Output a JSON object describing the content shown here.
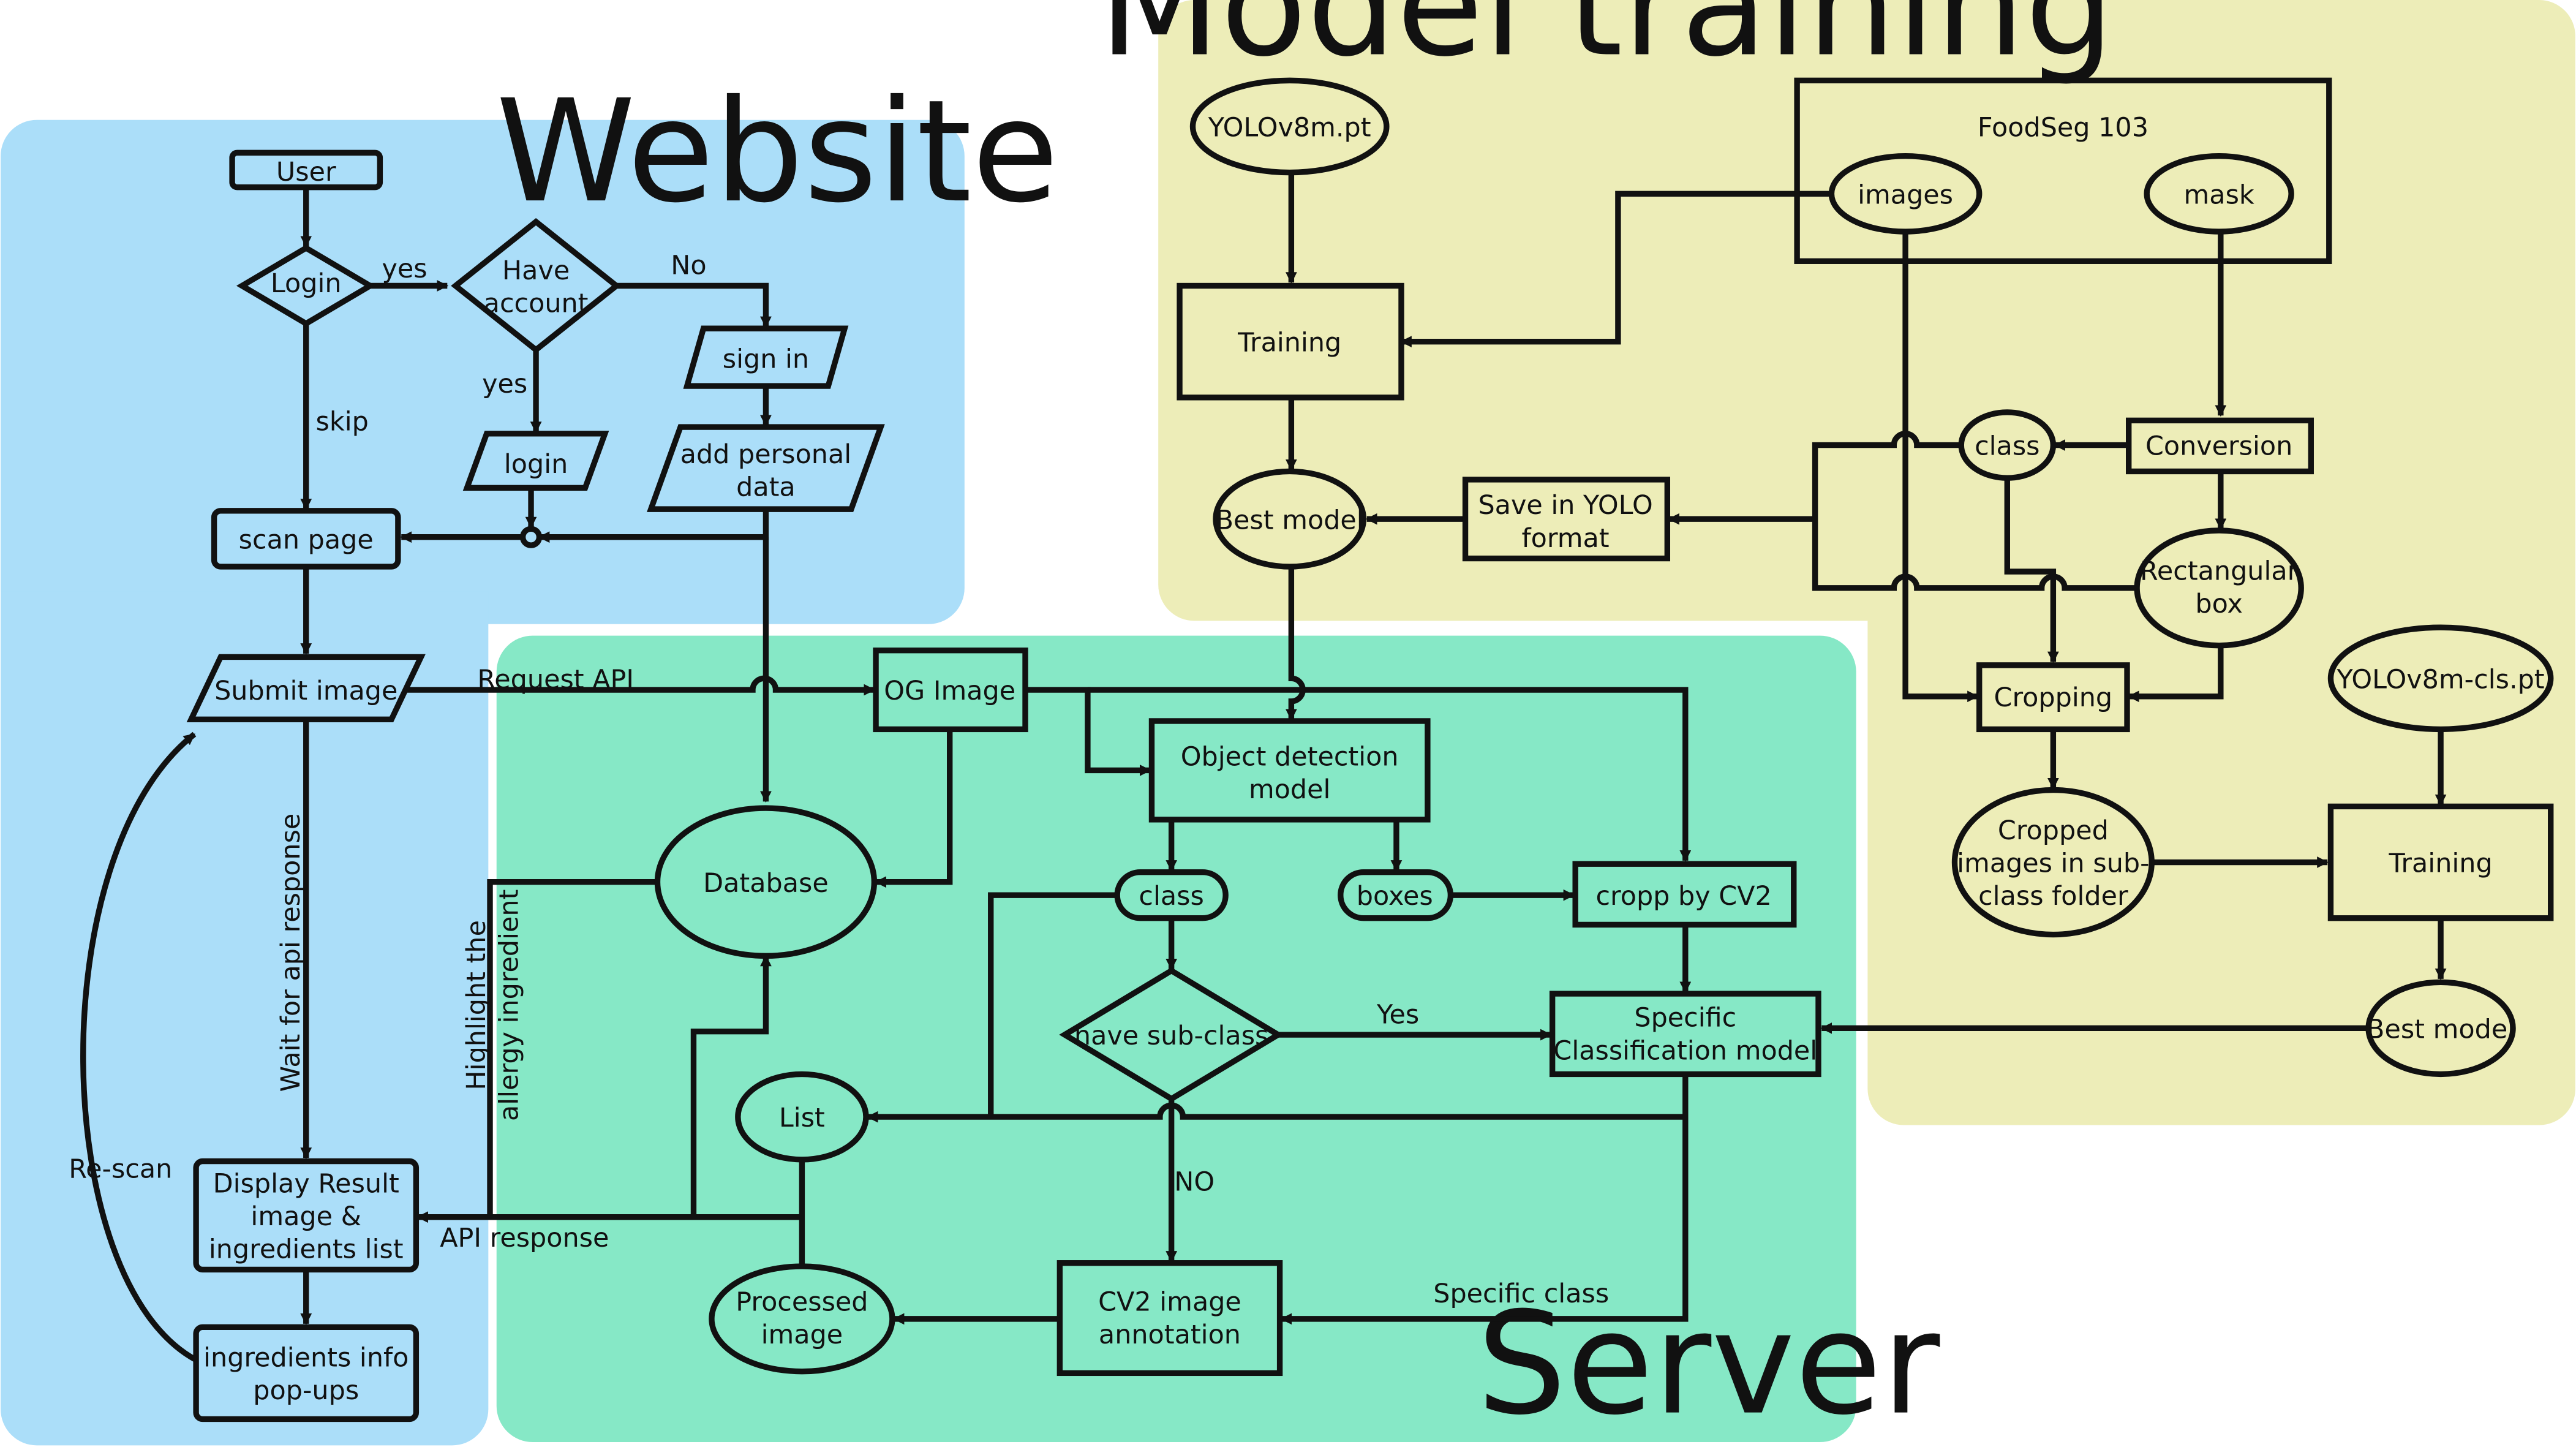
{
  "colors": {
    "website": "#ABDEF9",
    "server": "#86E8C6",
    "model_training": "#EDEDB8",
    "stroke": "#111111"
  },
  "regions": {
    "website": "Website",
    "server": "Server",
    "model_training": "Model training"
  },
  "website": {
    "user": "User",
    "login_decision": "Login",
    "have_account_1": "Have",
    "have_account_2": "account",
    "sign_in": "sign in",
    "login": "login",
    "add_personal_1": "add personal",
    "add_personal_2": "data",
    "scan_page": "scan page",
    "submit_image": "Submit image",
    "display_result_1": "Display Result",
    "display_result_2": "image &",
    "display_result_3": "ingredients list",
    "ingredients_info_1": "ingredients info",
    "ingredients_info_2": "pop-ups"
  },
  "server": {
    "og_image": "OG Image",
    "object_detection_1": "Object detection",
    "object_detection_2": "model",
    "database": "Database",
    "class": "class",
    "boxes": "boxes",
    "cropp_cv2": "cropp by CV2",
    "have_subclass": "have sub-class",
    "specific_cls_1": "Specific",
    "specific_cls_2": "Classification model",
    "list": "List",
    "processed_1": "Processed",
    "processed_2": "image",
    "cv2_annotation_1": "CV2 image",
    "cv2_annotation_2": "annotation"
  },
  "training": {
    "yolov8m": "YOLOv8m.pt",
    "foodseg": "FoodSeg 103",
    "images": "images",
    "mask": "mask",
    "training_1": "Training",
    "best_model_1": "Best model",
    "save_yolo_1": "Save in YOLO",
    "save_yolo_2": "format",
    "class": "class",
    "conversion": "Conversion",
    "rect_box_1": "Rectangular",
    "rect_box_2": "box",
    "cropping": "Cropping",
    "yolov8m_cls": "YOLOv8m-cls.pt",
    "cropped_1": "Cropped",
    "cropped_2": "images in sub-",
    "cropped_3": "class folder",
    "training_2": "Training",
    "best_model_2": "Best model"
  },
  "edge_labels": {
    "yes_1": "yes",
    "no_1": "No",
    "yes_2": "yes",
    "skip": "skip",
    "request_api": "Request API",
    "wait_api": "Wait for api response",
    "highlight_1": "Highlight the",
    "highlight_2": "allergy ingredient",
    "rescan": "Re-scan",
    "api_response": "API response",
    "yes_3": "Yes",
    "no_2": "NO",
    "specific_class": "Specific class"
  }
}
